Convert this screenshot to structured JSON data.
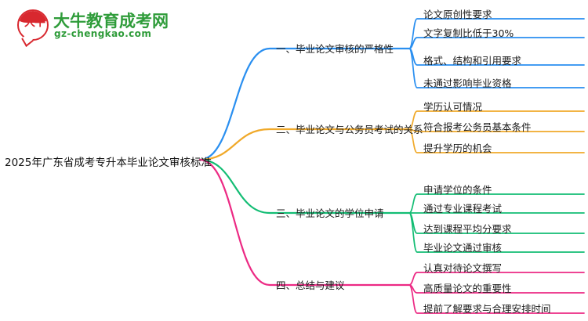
{
  "logo": {
    "badge_text": "大牛",
    "name": "大牛教育成考网",
    "url": "gz-chengkao.com",
    "brand_green": "#2f9c3a",
    "brand_red": "#d8282f"
  },
  "mindmap": {
    "root": "2025年广东省成考专升本毕业论文审核标准",
    "branches": [
      {
        "label": "一、毕业论文审核的严格性",
        "color": "#2a8ff0",
        "children": [
          "论文原创性要求",
          "文字复制比低于30%",
          "格式、结构和引用要求",
          "未通过影响毕业资格"
        ]
      },
      {
        "label": "二、毕业论文与公务员考试的关系",
        "color": "#f0a92a",
        "children": [
          "学历认可情况",
          "符合报考公务员基本条件",
          "提升学历的机会"
        ]
      },
      {
        "label": "三、毕业论文的学位申请",
        "color": "#13bd74",
        "children": [
          "申请学位的条件",
          "通过专业课程考试",
          "达到课程平均分要求",
          "毕业论文通过审核"
        ]
      },
      {
        "label": "四、总结与建议",
        "color": "#ec2a84",
        "children": [
          "认真对待论文撰写",
          "高质量论文的重要性",
          "提前了解要求与合理安排时间"
        ]
      }
    ]
  }
}
